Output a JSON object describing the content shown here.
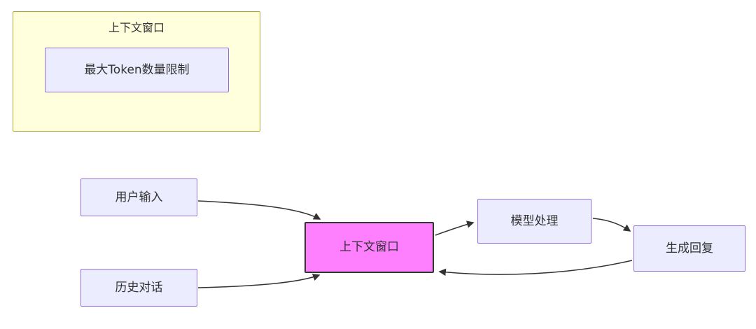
{
  "diagram": {
    "type": "flowchart",
    "subgraph": {
      "title": "上下文窗口",
      "children": [
        "最大Token数量限制"
      ]
    },
    "nodes": {
      "max_token": {
        "label": "最大Token数量限制"
      },
      "user_input": {
        "label": "用户输入"
      },
      "history_dialog": {
        "label": "历史对话"
      },
      "context_window": {
        "label": "上下文窗口"
      },
      "model_process": {
        "label": "模型处理"
      },
      "generate_reply": {
        "label": "生成回复"
      }
    },
    "edges": [
      {
        "from": "用户输入",
        "to": "上下文窗口"
      },
      {
        "from": "历史对话",
        "to": "上下文窗口"
      },
      {
        "from": "上下文窗口",
        "to": "模型处理"
      },
      {
        "from": "模型处理",
        "to": "生成回复"
      },
      {
        "from": "生成回复",
        "to": "上下文窗口"
      }
    ],
    "colors": {
      "subgraph_fill": "#ffffde",
      "subgraph_border": "#aaaa33",
      "node_fill": "#ececff",
      "node_border": "#9370db",
      "highlight_fill": "#ff80ff",
      "highlight_border": "#343434",
      "edge_stroke": "#333333",
      "text": "#333333"
    }
  }
}
